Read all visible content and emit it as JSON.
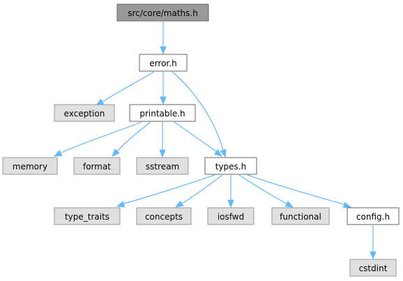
{
  "diagram": {
    "type": "include-dependency-graph",
    "nodes": [
      {
        "id": "maths",
        "label": "src/core/maths.h",
        "kind": "root"
      },
      {
        "id": "error",
        "label": "error.h",
        "kind": "local"
      },
      {
        "id": "exception",
        "label": "exception",
        "kind": "system"
      },
      {
        "id": "printable",
        "label": "printable.h",
        "kind": "local"
      },
      {
        "id": "memory",
        "label": "memory",
        "kind": "system"
      },
      {
        "id": "format",
        "label": "format",
        "kind": "system"
      },
      {
        "id": "sstream",
        "label": "sstream",
        "kind": "system"
      },
      {
        "id": "types",
        "label": "types.h",
        "kind": "local"
      },
      {
        "id": "type_traits",
        "label": "type_traits",
        "kind": "system"
      },
      {
        "id": "concepts",
        "label": "concepts",
        "kind": "system"
      },
      {
        "id": "iosfwd",
        "label": "iosfwd",
        "kind": "system"
      },
      {
        "id": "functional",
        "label": "functional",
        "kind": "system"
      },
      {
        "id": "config",
        "label": "config.h",
        "kind": "local"
      },
      {
        "id": "cstdint",
        "label": "cstdint",
        "kind": "system"
      }
    ],
    "edges": [
      {
        "from": "maths",
        "to": "error"
      },
      {
        "from": "error",
        "to": "exception"
      },
      {
        "from": "error",
        "to": "printable"
      },
      {
        "from": "error",
        "to": "types"
      },
      {
        "from": "printable",
        "to": "memory"
      },
      {
        "from": "printable",
        "to": "format"
      },
      {
        "from": "printable",
        "to": "sstream"
      },
      {
        "from": "printable",
        "to": "types"
      },
      {
        "from": "types",
        "to": "type_traits"
      },
      {
        "from": "types",
        "to": "concepts"
      },
      {
        "from": "types",
        "to": "iosfwd"
      },
      {
        "from": "types",
        "to": "functional"
      },
      {
        "from": "types",
        "to": "config"
      },
      {
        "from": "config",
        "to": "cstdint"
      }
    ],
    "colors": {
      "edge": "#63b8ff",
      "root_fill": "#999999",
      "local_fill": "#ffffff",
      "system_fill": "#e0e0e0"
    }
  }
}
